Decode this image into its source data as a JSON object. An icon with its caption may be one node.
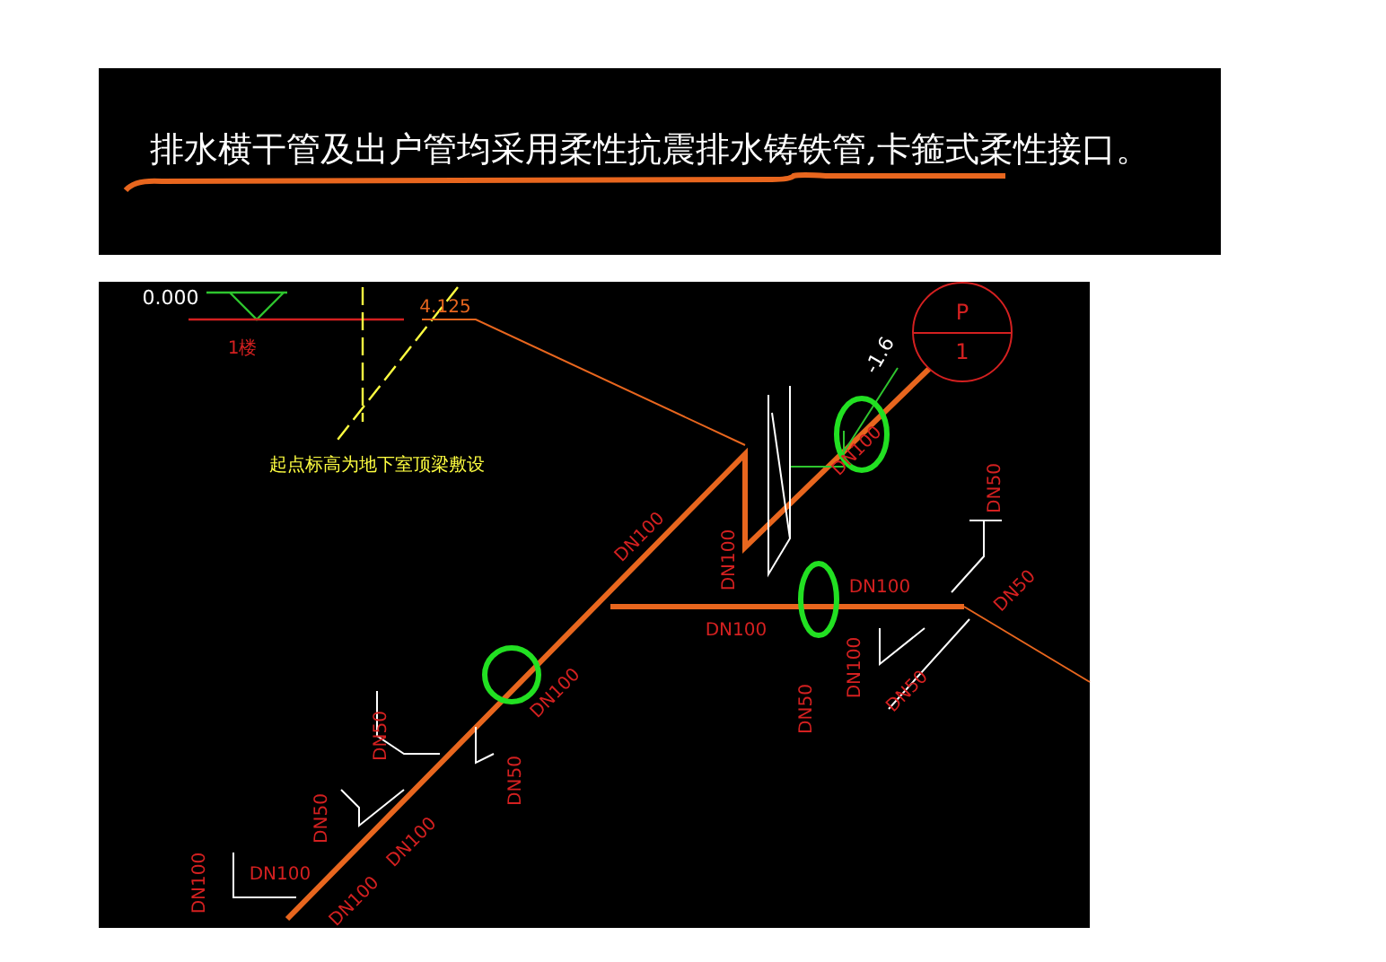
{
  "diagram": {
    "nodes": [
      {
        "text": [
          "P",
          "1"
        ]
      }
    ],
    "labels": [
      "排水横干管及出户管均采用柔性抗震排水铸铁管,卡箍式柔性接口。",
      "0.000",
      "4.125",
      "-1.6",
      "1楼",
      "DN100",
      "起点标高为地下室顶梁敷设",
      "DN50",
      "DN100",
      "DN100",
      "DN100",
      "DN50",
      "DN100",
      "DN100",
      "DN100",
      "DN50",
      "DN50",
      "DN50",
      "DN50",
      "DN50",
      "DN100",
      "DN100",
      "DN100",
      "DN100"
    ]
  }
}
